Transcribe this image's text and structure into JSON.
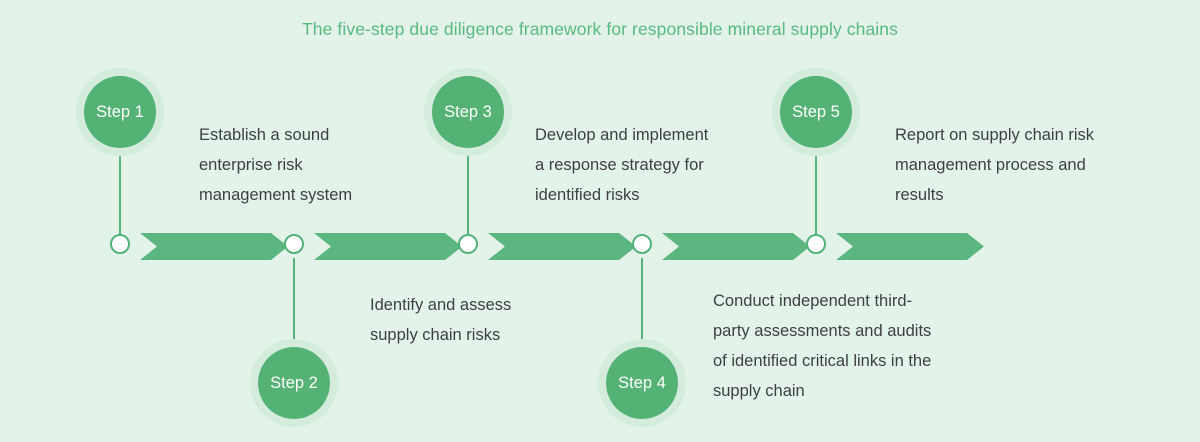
{
  "title": "The five-step due diligence framework for responsible mineral supply chains",
  "colors": {
    "background": "#e4f3ea",
    "accent": "#5cb67f",
    "bubble_fill": "#54b275",
    "bubble_halo": "#d3ecdc",
    "title": "#57bb7f",
    "body_text": "#3d4044",
    "node_fill": "#ffffff"
  },
  "steps": [
    {
      "label": "Step 1",
      "position": "above",
      "lines": [
        "Establish a sound",
        "enterprise risk",
        "management system"
      ]
    },
    {
      "label": "Step 2",
      "position": "below",
      "lines": [
        "Identify and assess",
        "supply chain risks"
      ]
    },
    {
      "label": "Step 3",
      "position": "above",
      "lines": [
        "Develop and implement",
        "a response strategy for",
        "identified risks"
      ]
    },
    {
      "label": "Step 4",
      "position": "below",
      "lines": [
        "Conduct independent third-",
        "party assessments and audits",
        "of identified critical links in the",
        "supply chain"
      ]
    },
    {
      "label": "Step 5",
      "position": "above",
      "lines": [
        "Report on supply chain risk",
        "management process and",
        "results"
      ]
    }
  ]
}
